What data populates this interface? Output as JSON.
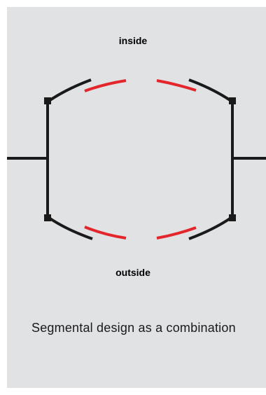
{
  "diagram": {
    "label_top": "inside",
    "label_bottom": "outside",
    "caption": "Segmental design as a combination",
    "colors": {
      "background": "#e1e2e4",
      "structure": "#1a1a1a",
      "segment": "#e3262b"
    }
  }
}
